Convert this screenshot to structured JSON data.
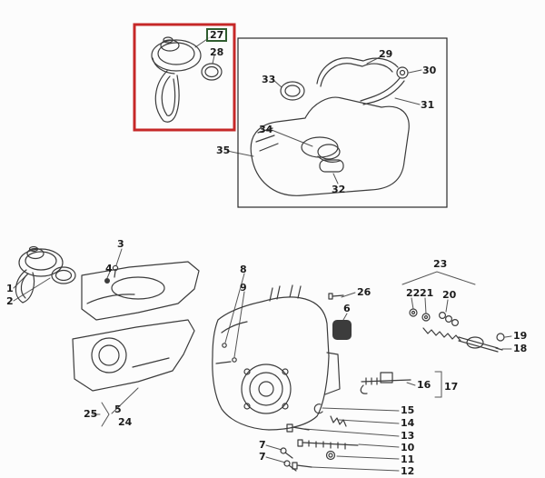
{
  "page": {
    "background": "#fcfcfc",
    "line_color": "#3c3c3c",
    "leader_color": "#555555",
    "highlight_color": "#c62828",
    "label_box_color": "#2f5d2f"
  },
  "labels": [
    {
      "text": "27",
      "boxed": true
    },
    {
      "text": "28"
    },
    {
      "text": "29"
    },
    {
      "text": "30"
    },
    {
      "text": "33"
    },
    {
      "text": "31"
    },
    {
      "text": "34"
    },
    {
      "text": "35"
    },
    {
      "text": "32"
    },
    {
      "text": "3"
    },
    {
      "text": "4"
    },
    {
      "text": "1"
    },
    {
      "text": "2"
    },
    {
      "text": "8"
    },
    {
      "text": "9"
    },
    {
      "text": "23"
    },
    {
      "text": "26"
    },
    {
      "text": "22"
    },
    {
      "text": "21"
    },
    {
      "text": "20"
    },
    {
      "text": "6"
    },
    {
      "text": "19"
    },
    {
      "text": "18"
    },
    {
      "text": "16"
    },
    {
      "text": "17"
    },
    {
      "text": "25"
    },
    {
      "text": "5"
    },
    {
      "text": "24"
    },
    {
      "text": "15"
    },
    {
      "text": "14"
    },
    {
      "text": "13"
    },
    {
      "text": "10"
    },
    {
      "text": "11"
    },
    {
      "text": "12"
    },
    {
      "text": "7"
    },
    {
      "text": "7"
    }
  ]
}
